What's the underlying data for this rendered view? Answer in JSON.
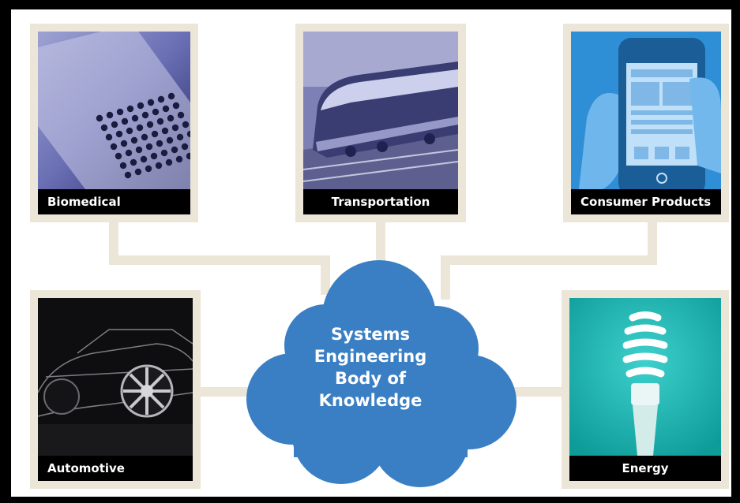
{
  "nodes": {
    "biomedical": "Biomedical",
    "transportation": "Transportation",
    "consumer_products": "Consumer Products",
    "automotive": "Automotive",
    "energy": "Energy"
  },
  "center": {
    "lines": [
      "Systems",
      "Engineering",
      "Body of",
      "Knowledge"
    ]
  },
  "colors": {
    "card_border": "#ece6d9",
    "cloud": "#3a7fc4",
    "caption_bg": "#000000",
    "consumer_photo": "#2f8fd6",
    "energy_photo": "#18b3b0",
    "biomedical_photo": "#4a4e9a",
    "transportation_photo": "#6c6fa8"
  }
}
